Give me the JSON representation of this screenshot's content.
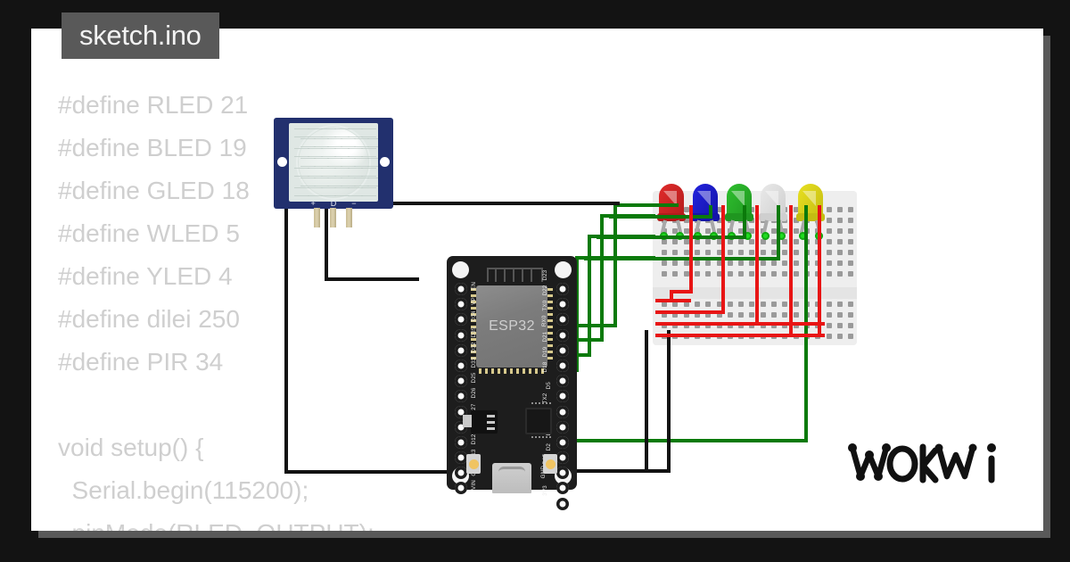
{
  "window": {
    "background_color": "#131313",
    "panel_color": "#ffffff",
    "shadow_color": "#595959"
  },
  "tab": {
    "label": "sketch.ino",
    "background_color": "#595959",
    "text_color": "#f2f2f2"
  },
  "code": {
    "text_color": "#cfcfcf",
    "lines": [
      "#define RLED 21",
      "#define BLED 19",
      "#define GLED 18",
      "#define WLED 5",
      "#define YLED 4",
      "#define dilei 250",
      "#define PIR 34",
      "",
      "void setup() {",
      "  Serial.begin(115200);",
      "  pinMode(RLED, OUTPUT);"
    ]
  },
  "pir_sensor": {
    "name": "PIR motion sensor",
    "board_color": "#22306e",
    "pin_labels": [
      "+",
      "D",
      "−"
    ]
  },
  "esp32": {
    "name": "ESP32 DevKit",
    "chip_label": "ESP32",
    "board_color": "#1d1d1d",
    "pins_left": [
      "EN",
      "VP",
      "D34",
      "D35",
      "D32",
      "D33",
      "D25",
      "D26",
      "D27",
      "D14",
      "D12",
      "D13",
      "GND",
      "VIN"
    ],
    "pins_right": [
      "D23",
      "D22",
      "TX0",
      "RX0",
      "D21",
      "D19",
      "D18",
      "D5",
      "TX2",
      "RX2",
      "D4",
      "D2",
      "D15",
      "GND",
      "3V3"
    ]
  },
  "breadboard": {
    "name": "half-size breadboard",
    "body_color": "#eeeeee"
  },
  "leds": [
    {
      "name": "red-led",
      "color": "#e02b2b",
      "shade": "#b31c1c",
      "pin": "21"
    },
    {
      "name": "blue-led",
      "color": "#2222dd",
      "shade": "#1414a8",
      "pin": "19"
    },
    {
      "name": "green-led",
      "color": "#2fbf2f",
      "shade": "#1f9620",
      "pin": "18"
    },
    {
      "name": "white-led",
      "color": "#e9e9e9",
      "shade": "#cfcfcf",
      "pin": "5"
    },
    {
      "name": "yellow-led",
      "color": "#e8e021",
      "shade": "#c4bc12",
      "pin": "4"
    }
  ],
  "wires": {
    "signal_color": "#0b7a0b",
    "power_color": "#e81515",
    "ground_color": "#121212"
  },
  "logo": {
    "text": "WOKWI",
    "color": "#111111"
  }
}
